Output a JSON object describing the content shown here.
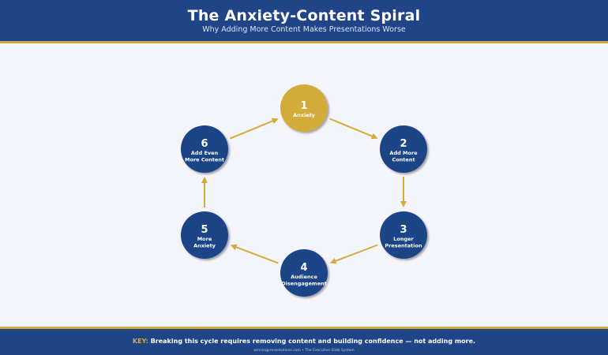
{
  "header": {
    "title": "The Anxiety-Content Spiral",
    "subtitle": "Why Adding More Content Makes Presentations Worse"
  },
  "cycle": [
    {
      "number": "1",
      "label_lines": [
        "Anxiety"
      ]
    },
    {
      "number": "2",
      "label_lines": [
        "Add More",
        "Content"
      ]
    },
    {
      "number": "3",
      "label_lines": [
        "Longer",
        "Presentation"
      ]
    },
    {
      "number": "4",
      "label_lines": [
        "Audience",
        "Disengagement"
      ]
    },
    {
      "number": "5",
      "label_lines": [
        "More",
        "Anxiety"
      ]
    },
    {
      "number": "6",
      "label_lines": [
        "Add Even",
        "More Content"
      ]
    }
  ],
  "footer": {
    "key_label": "KEY:",
    "key_text": "Breaking this cycle requires removing content and building confidence — not adding more.",
    "credit": "winningpresentations.com  •  The Executive Slide System"
  },
  "colors": {
    "navy": "#1f4488",
    "gold": "#d3ab3a",
    "background": "#f4f5fa",
    "highlight_node": "#d3ab3a"
  }
}
